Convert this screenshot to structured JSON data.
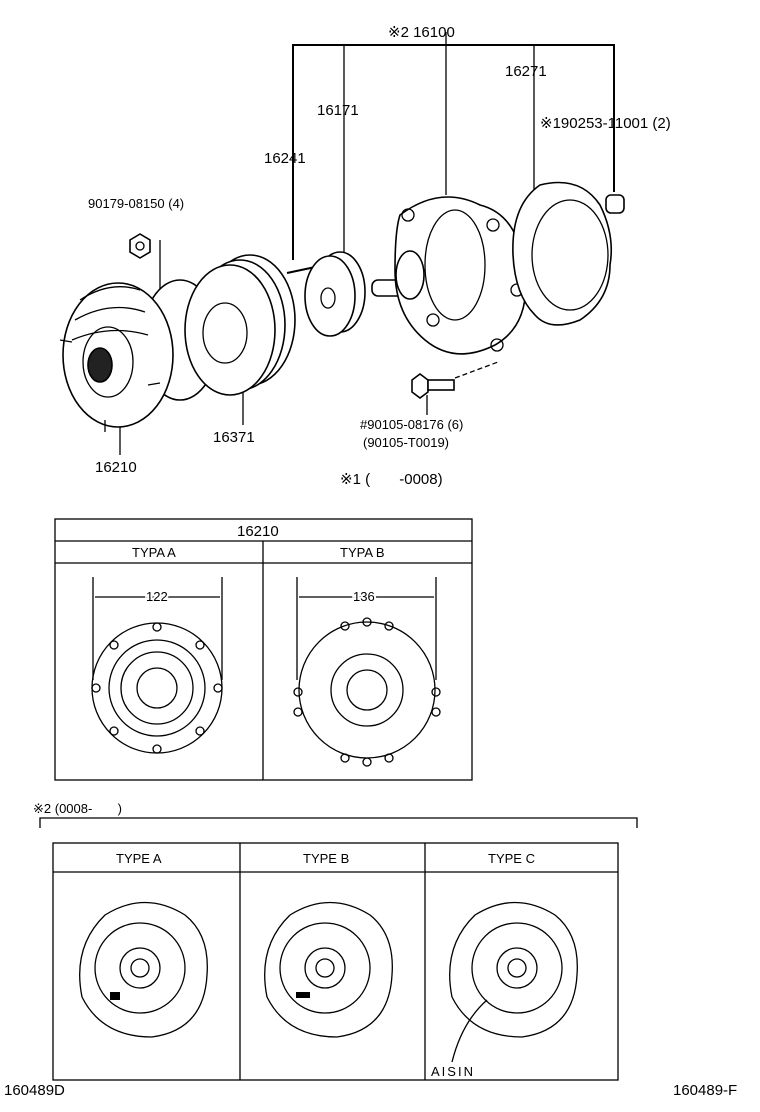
{
  "diagram": {
    "callouts": {
      "assembly": "※2 16100",
      "p16271": "16271",
      "p16171": "16171",
      "p16241": "16241",
      "p190253": "※190253-11001 (2)",
      "p90179": "90179-08150 (4)",
      "p16371": "16371",
      "p16210": "16210",
      "p90105a": "#90105-08176 (6)",
      "p90105b": "(90105-T0019)",
      "note1": "※1 (       -0008)"
    },
    "fan_coupling_table": {
      "title": "16210",
      "columns": [
        {
          "label": "TYPA A",
          "dimension": "122"
        },
        {
          "label": "TYPA B",
          "dimension": "136"
        }
      ]
    },
    "pump_types": {
      "note": "※2 (0008-       )",
      "columns": [
        {
          "label": "TYPE A"
        },
        {
          "label": "TYPE B"
        },
        {
          "label": "TYPE C",
          "marking": "AISIN"
        }
      ]
    },
    "footer": {
      "left_code": "160489D",
      "right_code": "160489-F"
    }
  }
}
